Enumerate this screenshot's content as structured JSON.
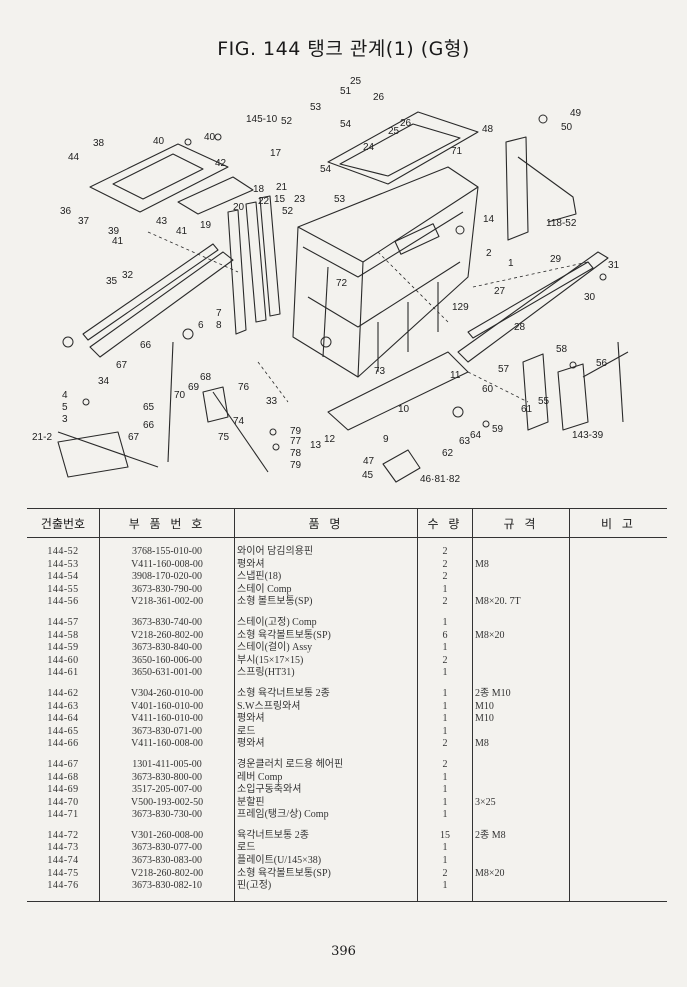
{
  "title": "FIG. 144 탱크 관계(1) (G형)",
  "table": {
    "headers": [
      "건출번호",
      "부 품 번 호",
      "품 명",
      "수 량",
      "규 격",
      "비 고"
    ],
    "groups": [
      [
        {
          "ref": "144-52",
          "part": "3768-155-010-00",
          "name": "와이어 담김의용핀",
          "qty": "2",
          "spec": "",
          "note": ""
        },
        {
          "ref": "144-53",
          "part": "V411-160-008-00",
          "name": "평와셔",
          "qty": "2",
          "spec": "M8",
          "note": ""
        },
        {
          "ref": "144-54",
          "part": "3908-170-020-00",
          "name": "스냅핀(18)",
          "qty": "2",
          "spec": "",
          "note": ""
        },
        {
          "ref": "144-55",
          "part": "3673-830-790-00",
          "name": "스테이 Comp",
          "qty": "1",
          "spec": "",
          "note": ""
        },
        {
          "ref": "144-56",
          "part": "V218-361-002-00",
          "name": "소형 볼트보통(SP)",
          "qty": "2",
          "spec": "M8×20. 7T",
          "note": ""
        }
      ],
      [
        {
          "ref": "144-57",
          "part": "3673-830-740-00",
          "name": "스테이(고정) Comp",
          "qty": "1",
          "spec": "",
          "note": ""
        },
        {
          "ref": "144-58",
          "part": "V218-260-802-00",
          "name": "소형 육각볼트보통(SP)",
          "qty": "6",
          "spec": "M8×20",
          "note": ""
        },
        {
          "ref": "144-59",
          "part": "3673-830-840-00",
          "name": "스테이(걸이) Assy",
          "qty": "1",
          "spec": "",
          "note": ""
        },
        {
          "ref": "144-60",
          "part": "3650-160-006-00",
          "name": "부시(15×17×15)",
          "qty": "2",
          "spec": "",
          "note": ""
        },
        {
          "ref": "144-61",
          "part": "3650-631-001-00",
          "name": "스프링(HT31)",
          "qty": "1",
          "spec": "",
          "note": ""
        }
      ],
      [
        {
          "ref": "144-62",
          "part": "V304-260-010-00",
          "name": "소형 육각너트보통 2종",
          "qty": "1",
          "spec": "2종 M10",
          "note": ""
        },
        {
          "ref": "144-63",
          "part": "V401-160-010-00",
          "name": "S.W스프링와셔",
          "qty": "1",
          "spec": "M10",
          "note": ""
        },
        {
          "ref": "144-64",
          "part": "V411-160-010-00",
          "name": "평와셔",
          "qty": "1",
          "spec": "M10",
          "note": ""
        },
        {
          "ref": "144-65",
          "part": "3673-830-071-00",
          "name": "로드",
          "qty": "1",
          "spec": "",
          "note": ""
        },
        {
          "ref": "144-66",
          "part": "V411-160-008-00",
          "name": "평와셔",
          "qty": "2",
          "spec": "M8",
          "note": ""
        }
      ],
      [
        {
          "ref": "144-67",
          "part": "1301-411-005-00",
          "name": "경운클러치 로드용 헤어핀",
          "qty": "2",
          "spec": "",
          "note": ""
        },
        {
          "ref": "144-68",
          "part": "3673-830-800-00",
          "name": "레버 Comp",
          "qty": "1",
          "spec": "",
          "note": ""
        },
        {
          "ref": "144-69",
          "part": "3517-205-007-00",
          "name": "소입구동축와셔",
          "qty": "1",
          "spec": "",
          "note": ""
        },
        {
          "ref": "144-70",
          "part": "V500-193-002-50",
          "name": "분할핀",
          "qty": "1",
          "spec": "3×25",
          "note": ""
        },
        {
          "ref": "144-71",
          "part": "3673-830-730-00",
          "name": "프레임(탱크/상) Comp",
          "qty": "1",
          "spec": "",
          "note": ""
        }
      ],
      [
        {
          "ref": "144-72",
          "part": "V301-260-008-00",
          "name": "육각너트보통 2종",
          "qty": "15",
          "spec": "2종 M8",
          "note": ""
        },
        {
          "ref": "144-73",
          "part": "3673-830-077-00",
          "name": "로드",
          "qty": "1",
          "spec": "",
          "note": ""
        },
        {
          "ref": "144-74",
          "part": "3673-830-083-00",
          "name": "플레이트(U/145×38)",
          "qty": "1",
          "spec": "",
          "note": ""
        },
        {
          "ref": "144-75",
          "part": "V218-260-802-00",
          "name": "소형 육각볼트보통(SP)",
          "qty": "2",
          "spec": "M8×20",
          "note": ""
        },
        {
          "ref": "144-76",
          "part": "3673-830-082-10",
          "name": "핀(고정)",
          "qty": "1",
          "spec": "",
          "note": ""
        }
      ]
    ]
  },
  "callouts": [
    "25",
    "51",
    "26",
    "53",
    "54",
    "52",
    "145-10",
    "49",
    "48",
    "50",
    "38",
    "40",
    "40",
    "44",
    "42",
    "24",
    "25",
    "26",
    "71",
    "17",
    "21",
    "54",
    "22",
    "23",
    "53",
    "52",
    "18",
    "20",
    "15",
    "19",
    "41",
    "43",
    "36",
    "37",
    "39",
    "41",
    "14",
    "118-52",
    "2",
    "1",
    "72",
    "29",
    "31",
    "30",
    "27",
    "28",
    "35",
    "32",
    "7",
    "8",
    "6",
    "129",
    "66",
    "67",
    "34",
    "4",
    "5",
    "3",
    "69",
    "70",
    "68",
    "76",
    "33",
    "65",
    "74",
    "75",
    "79",
    "77",
    "78",
    "79",
    "73",
    "11",
    "58",
    "57",
    "56",
    "61",
    "55",
    "60",
    "59",
    "143-39",
    "9",
    "10",
    "12",
    "13",
    "63",
    "64",
    "62",
    "47",
    "45",
    "46·81·82",
    "21-2",
    "67",
    "66"
  ],
  "page_number": "396"
}
